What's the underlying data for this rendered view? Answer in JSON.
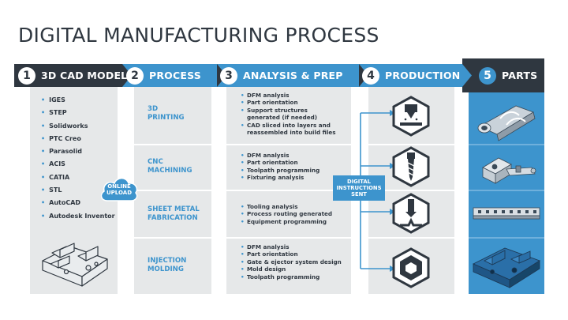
{
  "title": "DIGITAL MANUFACTURING PROCESS",
  "colors": {
    "dark": "#2f3740",
    "blue": "#3d94cd",
    "panel": "#e6e8e9",
    "white": "#ffffff"
  },
  "steps": [
    {
      "number": "1",
      "label": "3D CAD MODEL"
    },
    {
      "number": "2",
      "label": "PROCESS"
    },
    {
      "number": "3",
      "label": "ANALYSIS & PREP"
    },
    {
      "number": "4",
      "label": "PRODUCTION"
    },
    {
      "number": "5",
      "label": "PARTS"
    }
  ],
  "file_formats": [
    "IGES",
    "STEP",
    "Solidworks",
    "PTC Creo",
    "Parasolid",
    "ACIS",
    "CATIA",
    "STL",
    "AutoCAD",
    "Autodesk Inventor"
  ],
  "upload_badge": {
    "line1": "ONLINE",
    "line2": "UPLOAD"
  },
  "processes": [
    {
      "line1": "3D",
      "line2": "PRINTING",
      "icon": "3d-printing-icon",
      "analysis": [
        "DFM analysis",
        "Part orientation",
        "Support structures",
        "generated (if needed)",
        "CAD sliced into layers and",
        "reassembled into build files"
      ]
    },
    {
      "line1": "CNC",
      "line2": "MACHINING",
      "icon": "cnc-machining-icon",
      "analysis": [
        "DFM analysis",
        "Part orientation",
        "Toolpath programming",
        "Fixturing analysis"
      ]
    },
    {
      "line1": "SHEET METAL",
      "line2": "FABRICATION",
      "icon": "sheet-metal-icon",
      "analysis": [
        "Tooling analysis",
        "Process routing generated",
        "Equipment programming"
      ]
    },
    {
      "line1": "INJECTION",
      "line2": "MOLDING",
      "icon": "injection-molding-icon",
      "analysis": [
        "DFM analysis",
        "Part orientation",
        "Gate & ejector system design",
        "Mold design",
        "Toolpath programming"
      ]
    }
  ],
  "digital_instructions": {
    "line1": "DIGITAL",
    "line2": "INSTRUCTIONS",
    "line3": "SENT"
  },
  "parts": [
    "printed-part-image",
    "machined-part-image",
    "sheet-metal-part-image",
    "molded-part-image"
  ]
}
